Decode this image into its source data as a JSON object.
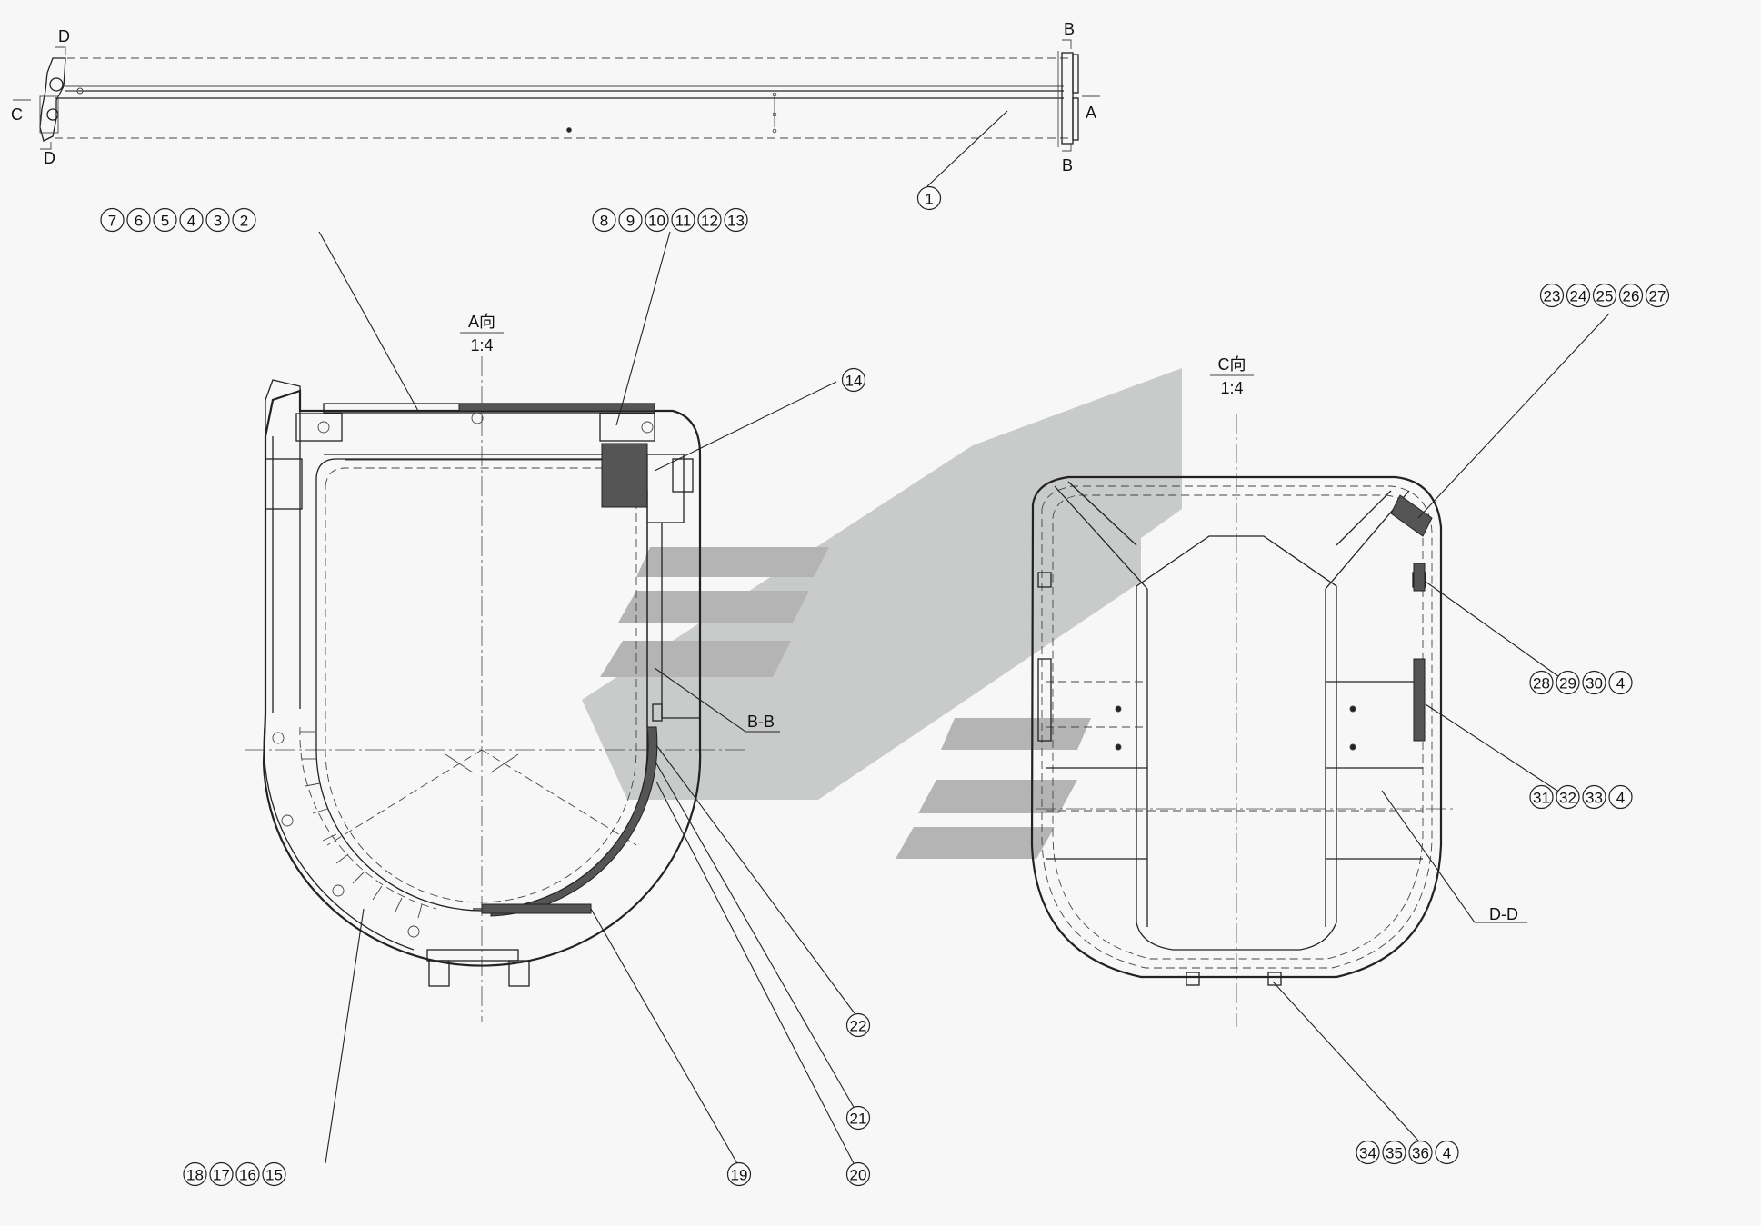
{
  "views": {
    "a_view": {
      "title": "A向",
      "scale": "1:4"
    },
    "c_view": {
      "title": "C向",
      "scale": "1:4"
    }
  },
  "section_labels": {
    "bb": "B-B",
    "dd": "D-D",
    "top_b": "B",
    "bottom_b": "B",
    "top_d": "D",
    "bottom_d": "D",
    "c": "C",
    "a": "A"
  },
  "callouts": [
    {
      "id": "c1",
      "numbers": [
        "1"
      ]
    },
    {
      "id": "c2",
      "numbers": [
        "7",
        "6",
        "5",
        "4",
        "3",
        "2"
      ]
    },
    {
      "id": "c3",
      "numbers": [
        "8",
        "9",
        "10",
        "11",
        "12",
        "13"
      ]
    },
    {
      "id": "c4",
      "numbers": [
        "14"
      ]
    },
    {
      "id": "c5",
      "numbers": [
        "23",
        "24",
        "25",
        "26",
        "27"
      ]
    },
    {
      "id": "c6",
      "numbers": [
        "28",
        "29",
        "30",
        "4"
      ]
    },
    {
      "id": "c7",
      "numbers": [
        "31",
        "32",
        "33",
        "4"
      ]
    },
    {
      "id": "c8",
      "numbers": [
        "22"
      ]
    },
    {
      "id": "c9",
      "numbers": [
        "21"
      ]
    },
    {
      "id": "c10",
      "numbers": [
        "20"
      ]
    },
    {
      "id": "c11",
      "numbers": [
        "19"
      ]
    },
    {
      "id": "c12",
      "numbers": [
        "18",
        "17",
        "16",
        "15"
      ]
    },
    {
      "id": "c13",
      "numbers": [
        "34",
        "35",
        "36",
        "4"
      ]
    }
  ],
  "colors": {
    "line": "#222222",
    "watermark_light": "#c9cbcb",
    "watermark_dark": "#b4b4b4",
    "background": "#f7f7f7"
  }
}
